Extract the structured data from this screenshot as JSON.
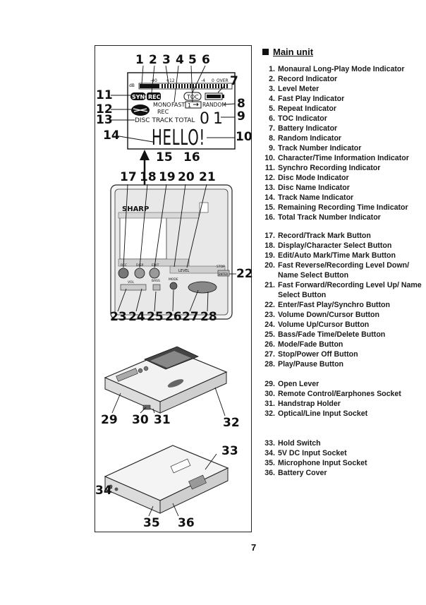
{
  "section": {
    "title": "Main unit"
  },
  "parts_groups": [
    [
      {
        "num": "1.",
        "label": "Monaural Long-Play Mode Indicator"
      },
      {
        "num": "2.",
        "label": "Record Indicator"
      },
      {
        "num": "3.",
        "label": "Level Meter"
      },
      {
        "num": "4.",
        "label": "Fast Play Indicator"
      },
      {
        "num": "5.",
        "label": "Repeat Indicator"
      },
      {
        "num": "6.",
        "label": "TOC Indicator"
      },
      {
        "num": "7.",
        "label": "Battery Indicator"
      },
      {
        "num": "8.",
        "label": "Random Indicator"
      },
      {
        "num": "9.",
        "label": "Track Number Indicator"
      },
      {
        "num": "10.",
        "label": "Character/Time Information Indicator"
      },
      {
        "num": "11.",
        "label": "Synchro Recording Indicator"
      },
      {
        "num": "12.",
        "label": "Disc Mode Indicator"
      },
      {
        "num": "13.",
        "label": "Disc Name Indicator"
      },
      {
        "num": "14.",
        "label": "Track Name Indicator"
      },
      {
        "num": "15.",
        "label": "Remaining Recording Time Indicator"
      },
      {
        "num": "16.",
        "label": "Total Track Number Indicator"
      }
    ],
    [
      {
        "num": "17.",
        "label": "Record/Track Mark Button"
      },
      {
        "num": "18.",
        "label": "Display/Character Select Button"
      },
      {
        "num": "19.",
        "label": "Edit/Auto Mark/Time Mark Button"
      },
      {
        "num": "20.",
        "label": "Fast Reverse/Recording Level Down/ Name Select Button"
      },
      {
        "num": "21.",
        "label": "Fast Forward/Recording Level Up/ Name Select Button"
      },
      {
        "num": "22.",
        "label": "Enter/Fast Play/Synchro Button"
      },
      {
        "num": "23.",
        "label": "Volume Down/Cursor Button"
      },
      {
        "num": "24.",
        "label": "Volume Up/Cursor Button"
      },
      {
        "num": "25.",
        "label": "Bass/Fade Time/Delete Button"
      },
      {
        "num": "26.",
        "label": "Mode/Fade Button"
      },
      {
        "num": "27.",
        "label": "Stop/Power Off Button"
      },
      {
        "num": "28.",
        "label": "Play/Pause Button"
      }
    ],
    [
      {
        "num": "29.",
        "label": "Open Lever"
      },
      {
        "num": "30.",
        "label": "Remote Control/Earphones Socket"
      },
      {
        "num": "31.",
        "label": "Handstrap Holder"
      },
      {
        "num": "32.",
        "label": "Optical/Line Input Socket"
      }
    ],
    [
      {
        "num": "33.",
        "label": "Hold Switch"
      },
      {
        "num": "34.",
        "label": "5V DC Input Socket"
      },
      {
        "num": "35.",
        "label": "Microphone Input Socket"
      },
      {
        "num": "36.",
        "label": "Battery Cover"
      }
    ]
  ],
  "display": {
    "scale_labels": [
      "dB",
      "-40",
      "+12",
      "-4",
      "0",
      "OVER"
    ],
    "sync": "SYNC",
    "rec": "REC",
    "toc": "TOC",
    "mono": "MONO",
    "fast": "FAST",
    "repeat_one": "1",
    "random": "RANDOM",
    "rec_small": "REC",
    "disc_track_total": "DISC TRACK TOTAL",
    "track_number": "01",
    "text": "HELLO!"
  },
  "device": {
    "brand": "SHARP",
    "button_labels": [
      "REC",
      "DISP",
      "EDIT"
    ],
    "vol_label": "VOL",
    "bass_label": "BASS",
    "mode_label": "MODE",
    "level_label": "LEVEL",
    "enter_label": "ENTER",
    "stop_label": "STOP"
  },
  "callouts": {
    "n1": "1",
    "n2": "2",
    "n3": "3",
    "n4": "4",
    "n5": "5",
    "n6": "6",
    "n7": "7",
    "n8": "8",
    "n9": "9",
    "n10": "10",
    "n11": "11",
    "n12": "12",
    "n13": "13",
    "n14": "14",
    "n15": "15",
    "n16": "16",
    "n17": "17",
    "n18": "18",
    "n19": "19",
    "n20": "20",
    "n21": "21",
    "n22": "22",
    "n23": "23",
    "n24": "24",
    "n25": "25",
    "n26": "26",
    "n27": "27",
    "n28": "28",
    "n29": "29",
    "n30": "30",
    "n31": "31",
    "n32": "32",
    "n33": "33",
    "n34": "34",
    "n35": "35",
    "n36": "36"
  },
  "page_number": "7"
}
